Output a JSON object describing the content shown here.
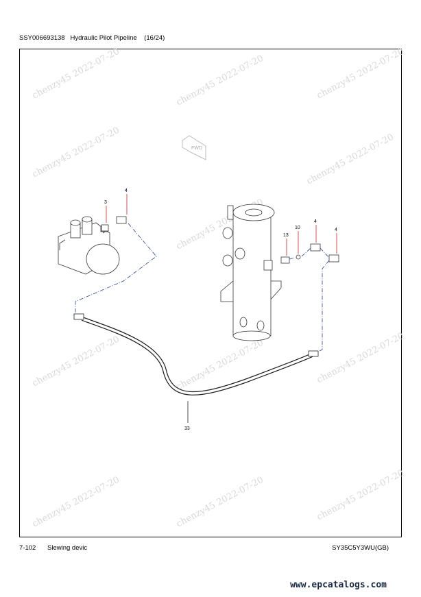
{
  "header": {
    "doc_id": "SSY006693138",
    "title": "Hydraulic Pilot Pipeline",
    "page": "(16/24)"
  },
  "footer": {
    "page_number": "7-102",
    "section": "Slewing devic",
    "model": "SY35C5Y3WU(GB)"
  },
  "site": "www.epcatalogs.com",
  "watermark": "chenzy45 2022-07-20",
  "diagram": {
    "fwd_label": "FWD",
    "callouts": [
      "3",
      "4",
      "13",
      "10",
      "4",
      "4",
      "33"
    ]
  }
}
